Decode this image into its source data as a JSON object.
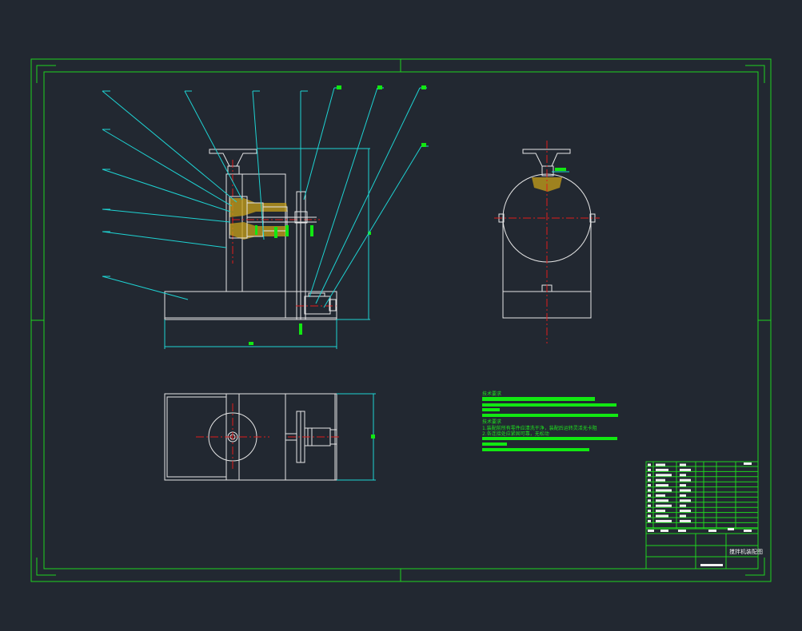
{
  "colors": {
    "background": "#222831",
    "frame": "#1ed41e",
    "outline": "#e6e6e6",
    "leader": "#1ed3d3",
    "centerline": "#e01b1b",
    "section_hatch": "#c8a019",
    "annotation_text": "#12e812"
  },
  "notes": {
    "heading_1": "技术要求",
    "heading_2": "技术要求",
    "line_1": "1.装配前所有零件应清洗干净，装配后运转灵活无卡阻",
    "line_2": "2.各连接处应紧固可靠，无松动"
  },
  "title_block": {
    "drawing_title": "搅拌机装配图"
  }
}
